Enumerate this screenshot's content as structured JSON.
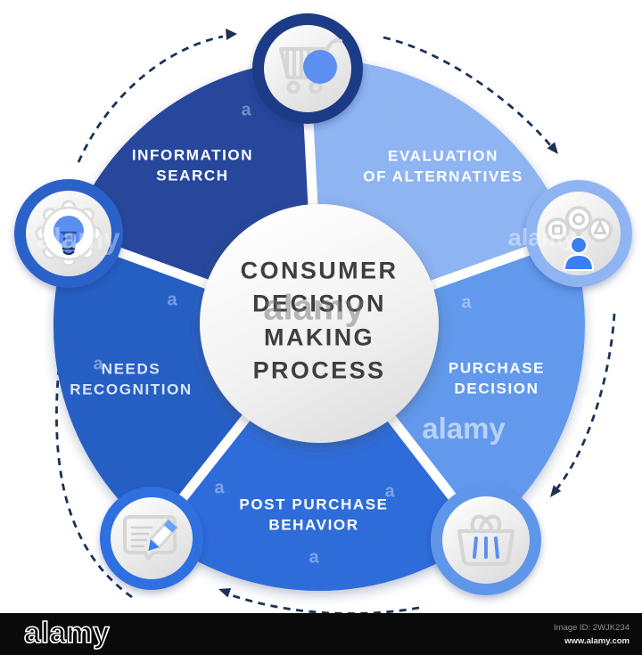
{
  "diagram": {
    "title": "CONSUMER\nDECISION\nMAKING\nPROCESS",
    "stages": [
      {
        "name": "Information Search",
        "label": "INFORMATION\nSEARCH",
        "icon": "shopping-cart-icon",
        "color": "#27479b"
      },
      {
        "name": "Evaluation of Alternatives",
        "label": "EVALUATION\nOF ALTERNATIVES",
        "icon": "choice-person-icon",
        "color": "#8fb4f2"
      },
      {
        "name": "Purchase Decision",
        "label": "PURCHASE\nDECISION",
        "icon": "shopping-basket-icon",
        "color": "#6299ec"
      },
      {
        "name": "Post Purchase Behavior",
        "label": "POST PURCHASE\nBEHAVIOR",
        "icon": "feedback-note-pencil-icon",
        "color": "#2e6cda"
      },
      {
        "name": "Needs Recognition",
        "label": "NEEDS\nRECOGNITION",
        "icon": "lightbulb-gear-icon",
        "color": "#275fc4"
      }
    ],
    "accent_colors": {
      "icon_blue": "#5b8ff0",
      "person_blue": "#3b7df2",
      "arrow_navy": "#1d3156",
      "center_text": "#3e3e3e"
    }
  },
  "watermark": {
    "word": "alamy",
    "letter": "a"
  },
  "footer": {
    "logo": "alamy",
    "image_id": "Image ID: 2WJK234",
    "website": "www.alamy.com"
  }
}
